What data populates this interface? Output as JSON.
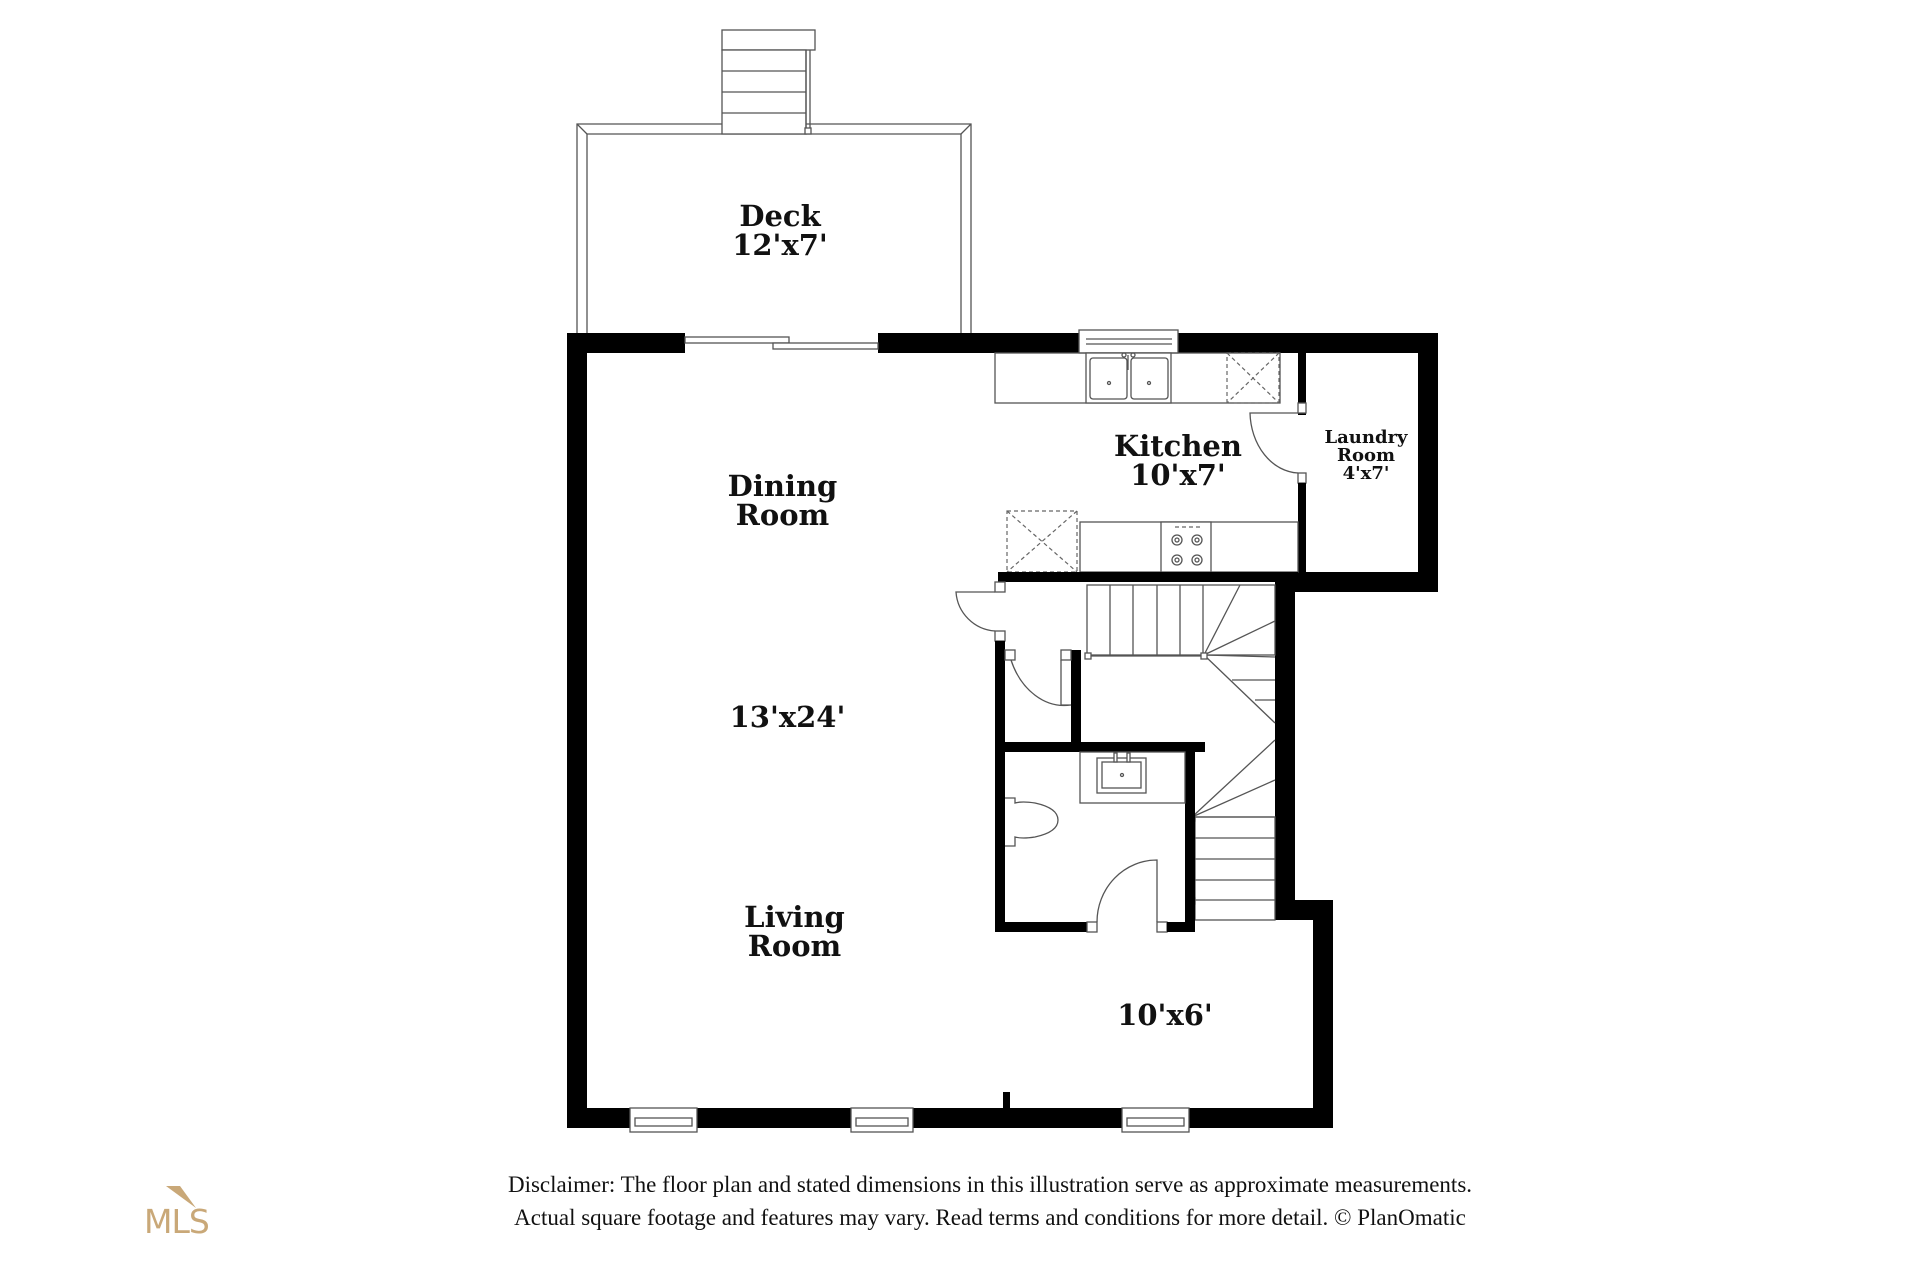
{
  "floor_plan": {
    "rooms": [
      {
        "name": "Deck",
        "lines": [
          "Deck",
          "12'x7'"
        ],
        "dimensions": "12'x7'"
      },
      {
        "name": "Kitchen",
        "lines": [
          "Kitchen",
          "10'x7'"
        ],
        "dimensions": "10'x7'"
      },
      {
        "name": "Laundry Room",
        "lines": [
          "Laundry",
          "Room",
          "4'x7'"
        ],
        "dimensions": "4'x7'"
      },
      {
        "name": "Dining Room",
        "lines": [
          "Dining",
          "Room"
        ]
      },
      {
        "name": "Dining/Living Dimensions",
        "lines": [
          "13'x24'"
        ],
        "dimensions": "13'x24'"
      },
      {
        "name": "Living Room",
        "lines": [
          "Living",
          "Room"
        ]
      },
      {
        "name": "Living Nook",
        "lines": [
          "10'x6'"
        ],
        "dimensions": "10'x6'"
      }
    ],
    "fixtures": [
      "deck-stairs",
      "sliding-door",
      "kitchen-window",
      "double-sink",
      "dishwasher",
      "refrigerator",
      "stove",
      "laundry-door",
      "closet-door",
      "staircase",
      "bathroom-sink",
      "toilet",
      "bathroom-door",
      "front-windows"
    ]
  },
  "disclaimer": {
    "line1": "Disclaimer: The floor plan and stated dimensions in this illustration serve as approximate measurements.",
    "line2": "Actual square footage and features may vary. Read terms and conditions for more detail. © PlanOmatic"
  },
  "logo": {
    "text": "MLS",
    "color": "#c9a878"
  },
  "colors": {
    "wall": "#000000",
    "line": "#555555",
    "background": "#ffffff",
    "text": "#111111"
  }
}
